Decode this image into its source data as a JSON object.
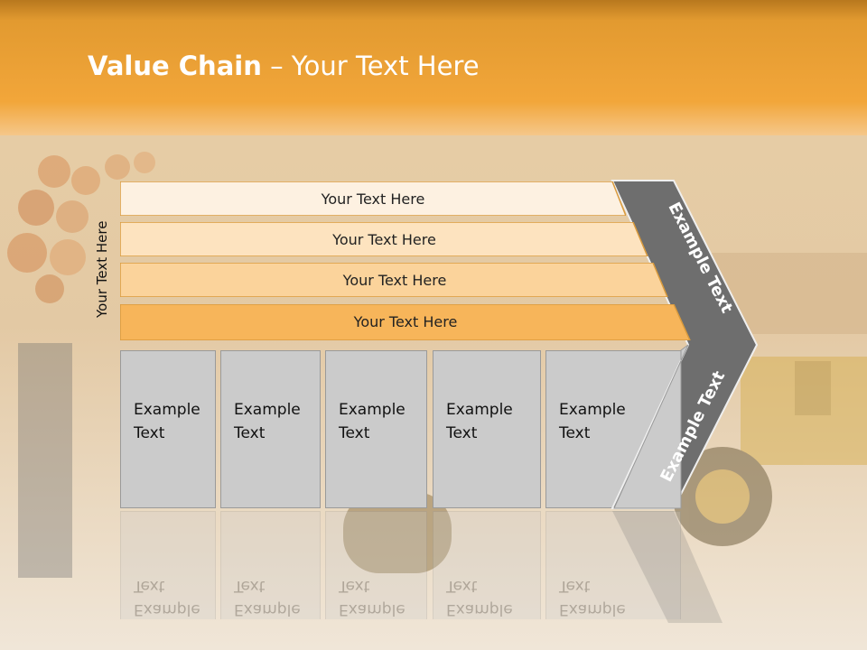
{
  "title": {
    "bold": "Value Chain",
    "rest": " – Your Text Here"
  },
  "side_label": "Your Text Here",
  "rows": [
    {
      "label": "Your Text Here",
      "color": "#fdf1e1"
    },
    {
      "label": "Your Text Here",
      "color": "#fde3bf"
    },
    {
      "label": "Your Text Here",
      "color": "#fbd39b"
    },
    {
      "label": "Your Text Here",
      "color": "#f7b55a"
    }
  ],
  "boxes": [
    {
      "line1": "Example",
      "line2": "Text"
    },
    {
      "line1": "Example",
      "line2": "Text"
    },
    {
      "line1": "Example",
      "line2": "Text"
    },
    {
      "line1": "Example",
      "line2": "Text"
    },
    {
      "line1": "Example",
      "line2": "Text"
    }
  ],
  "chevron": {
    "top_text": "Example Text",
    "bottom_text": "Example Text",
    "color": "#6e6e6e"
  },
  "colors": {
    "header": "#f0a53a",
    "row_border": "#d99a3c"
  }
}
